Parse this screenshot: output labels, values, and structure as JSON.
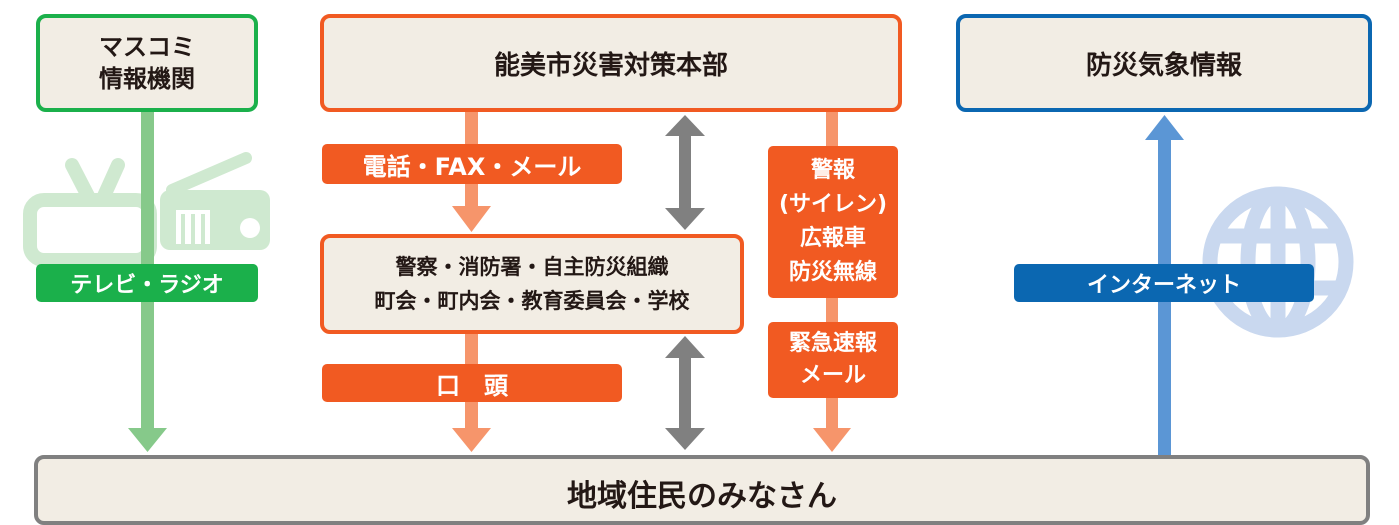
{
  "colors": {
    "green": "#1bb04b",
    "green_light": "#86c98a",
    "orange": "#f15a22",
    "orange_light": "#f6956b",
    "blue": "#0b67b1",
    "blue_light": "#5b96d5",
    "gray": "#808080",
    "box_fill": "#f2ede4"
  },
  "icons": [
    "tv-icon",
    "radio-icon",
    "globe-icon"
  ],
  "sources": {
    "media": {
      "lines": [
        "マスコミ",
        "情報機関"
      ]
    },
    "hq": {
      "label": "能美市災害対策本部"
    },
    "weather": {
      "label": "防災気象情報"
    }
  },
  "channels": {
    "tv_radio": "テレビ・ラジオ",
    "phone_fax_mail": "電話・FAX・メール",
    "oral": "口　頭",
    "warning": [
      "警報",
      "(サイレン)",
      "広報車",
      "防災無線"
    ],
    "emergency_mail": [
      "緊急速報",
      "メール"
    ],
    "internet": "インターネット"
  },
  "intermediary": {
    "lines": [
      "警察・消防署・自主防災組織",
      "町会・町内会・教育委員会・学校"
    ]
  },
  "residents": {
    "label": "地域住民のみなさん"
  }
}
